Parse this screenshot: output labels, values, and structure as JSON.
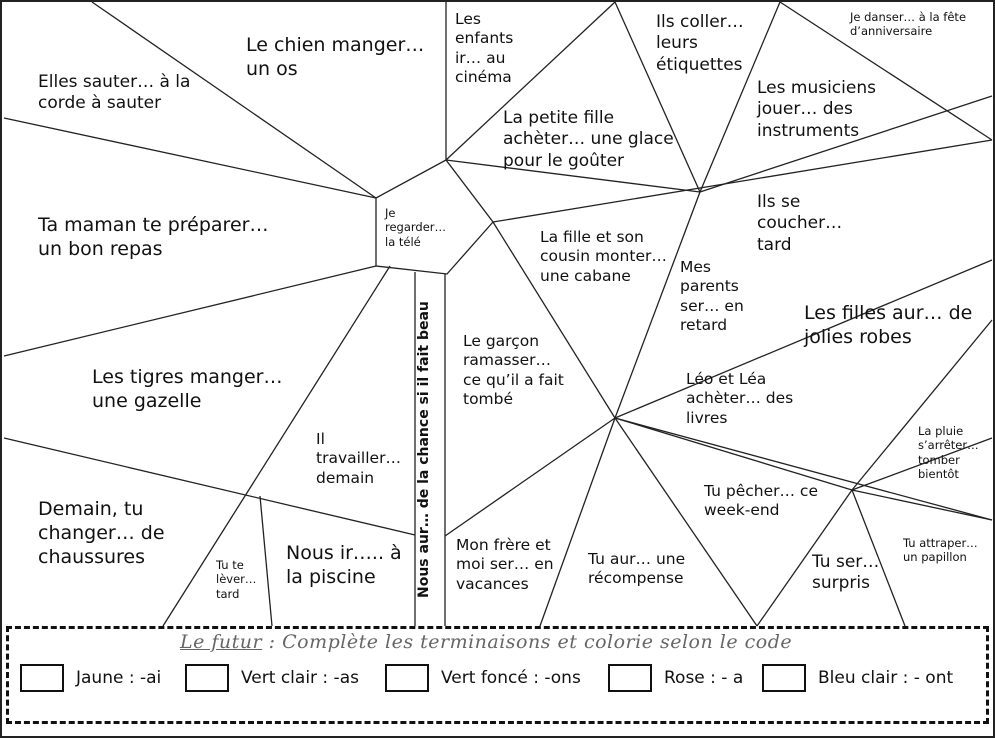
{
  "cells": [
    {
      "id": "c1",
      "text": "Le chien manger… un os"
    },
    {
      "id": "c2",
      "text": "Elles sauter… à la corde à sauter"
    },
    {
      "id": "c3",
      "text": "Ta maman te préparer… un bon repas"
    },
    {
      "id": "c4",
      "text": "Les tigres manger… une gazelle"
    },
    {
      "id": "c5",
      "text": "Demain, tu changer… de chaussures"
    },
    {
      "id": "c6",
      "text": "Tu te lèver… tard"
    },
    {
      "id": "c7",
      "text": "Nous ir….. à la piscine"
    },
    {
      "id": "c8",
      "text": "Il travailler… demain"
    },
    {
      "id": "c9",
      "text": "Je regarder… la télé"
    },
    {
      "id": "c10",
      "text": "Les enfants ir… au cinéma"
    },
    {
      "id": "c11",
      "text": "La petite fille achèter… une glace pour le goûter"
    },
    {
      "id": "c12",
      "text": "Ils coller… leurs étiquettes"
    },
    {
      "id": "c13",
      "text": "Je danser… à la fête d’anniversaire"
    },
    {
      "id": "c14",
      "text": "Les musiciens jouer… des instruments"
    },
    {
      "id": "c15",
      "text": "Ils se coucher… tard"
    },
    {
      "id": "c16",
      "text": "La fille et son cousin monter… une cabane"
    },
    {
      "id": "c17",
      "text": "Mes parents ser… en retard"
    },
    {
      "id": "c18",
      "text": "Les filles aur… de jolies robes"
    },
    {
      "id": "c19",
      "text": "Le garçon ramasser… ce qu’il a fait tombé"
    },
    {
      "id": "c20",
      "text": "Léo et Léa achèter… des livres"
    },
    {
      "id": "c21",
      "text": "La pluie s’arrêter… tomber bientôt"
    },
    {
      "id": "c22",
      "text": "Tu pêcher… ce week-end"
    },
    {
      "id": "c23",
      "text": "Mon frère et moi ser… en vacances"
    },
    {
      "id": "c24",
      "text": "Tu aur… une récompense"
    },
    {
      "id": "c25",
      "text": "Tu ser… surpris"
    },
    {
      "id": "c26",
      "text": "Tu attraper… un papillon"
    },
    {
      "id": "c27",
      "text": "Nous aur… de la chance si il fait beau"
    }
  ],
  "legend": {
    "title_prefix": "Le futur",
    "title_rest": " : Complète les terminaisons et colorie selon le code",
    "keys": [
      {
        "label": "Jaune : -ai",
        "color": "#ffff00"
      },
      {
        "label": "Vert clair : -as",
        "color": "#90ee90"
      },
      {
        "label": "Vert foncé : -ons",
        "color": "#1a7f37"
      },
      {
        "label": "Rose : - a",
        "color": "#ffb6c1"
      },
      {
        "label": "Bleu clair : - ont",
        "color": "#add8e6"
      }
    ]
  }
}
